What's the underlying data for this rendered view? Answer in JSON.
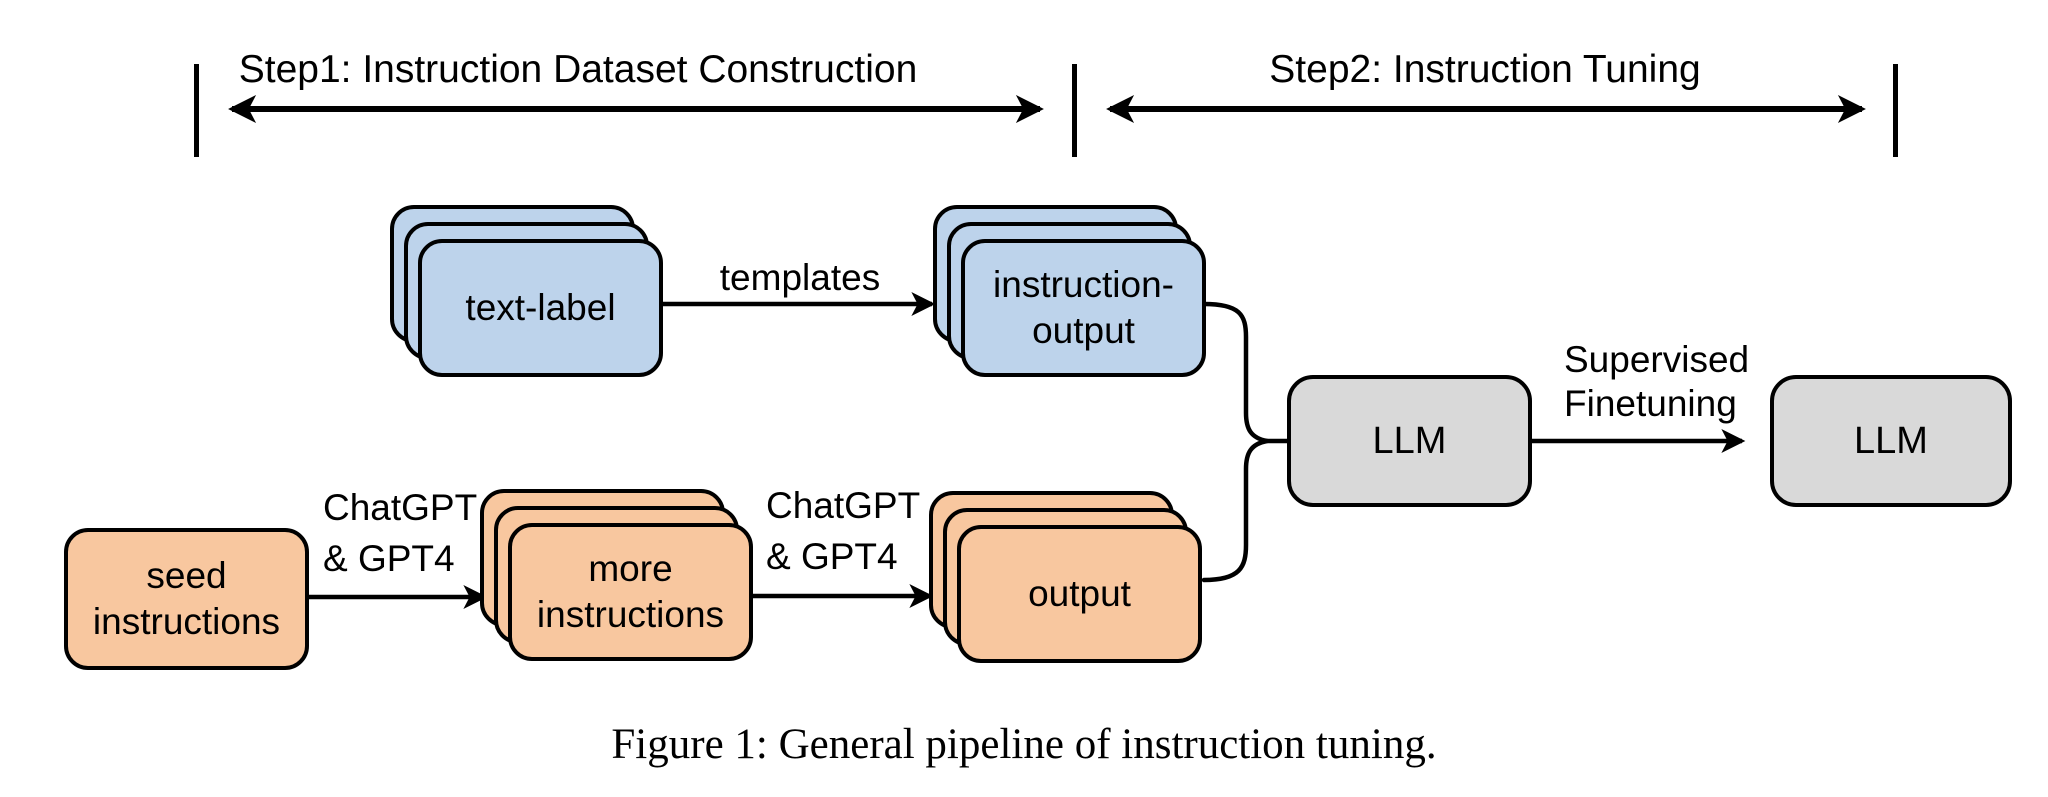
{
  "figure": {
    "caption": "Figure 1: General pipeline of instruction tuning.",
    "colors": {
      "card_blue": "#bdd3eb",
      "card_orange": "#f8c79f",
      "box_gray": "#d9d9d9",
      "stroke": "#000000",
      "background": "#ffffff"
    },
    "steps": {
      "step1": {
        "label": "Step1: Instruction Dataset Construction"
      },
      "step2": {
        "label": "Step2: Instruction Tuning"
      }
    },
    "nodes": {
      "text_label": {
        "label": "text-label"
      },
      "instruction_output": {
        "line1": "instruction-",
        "line2": "output"
      },
      "seed": {
        "line1": "seed",
        "line2": "instructions"
      },
      "more": {
        "line1": "more",
        "line2": "instructions"
      },
      "output": {
        "label": "output"
      },
      "llm_base": {
        "label": "LLM"
      },
      "llm_tuned": {
        "label": "LLM"
      }
    },
    "edge_labels": {
      "templates": {
        "label": "templates"
      },
      "chatgpt_a": {
        "line1": "ChatGPT",
        "line2": "& GPT4"
      },
      "chatgpt_b": {
        "line1": "ChatGPT",
        "line2": "& GPT4"
      },
      "sft": {
        "line1": "Supervised",
        "line2": "Finetuning"
      }
    }
  }
}
